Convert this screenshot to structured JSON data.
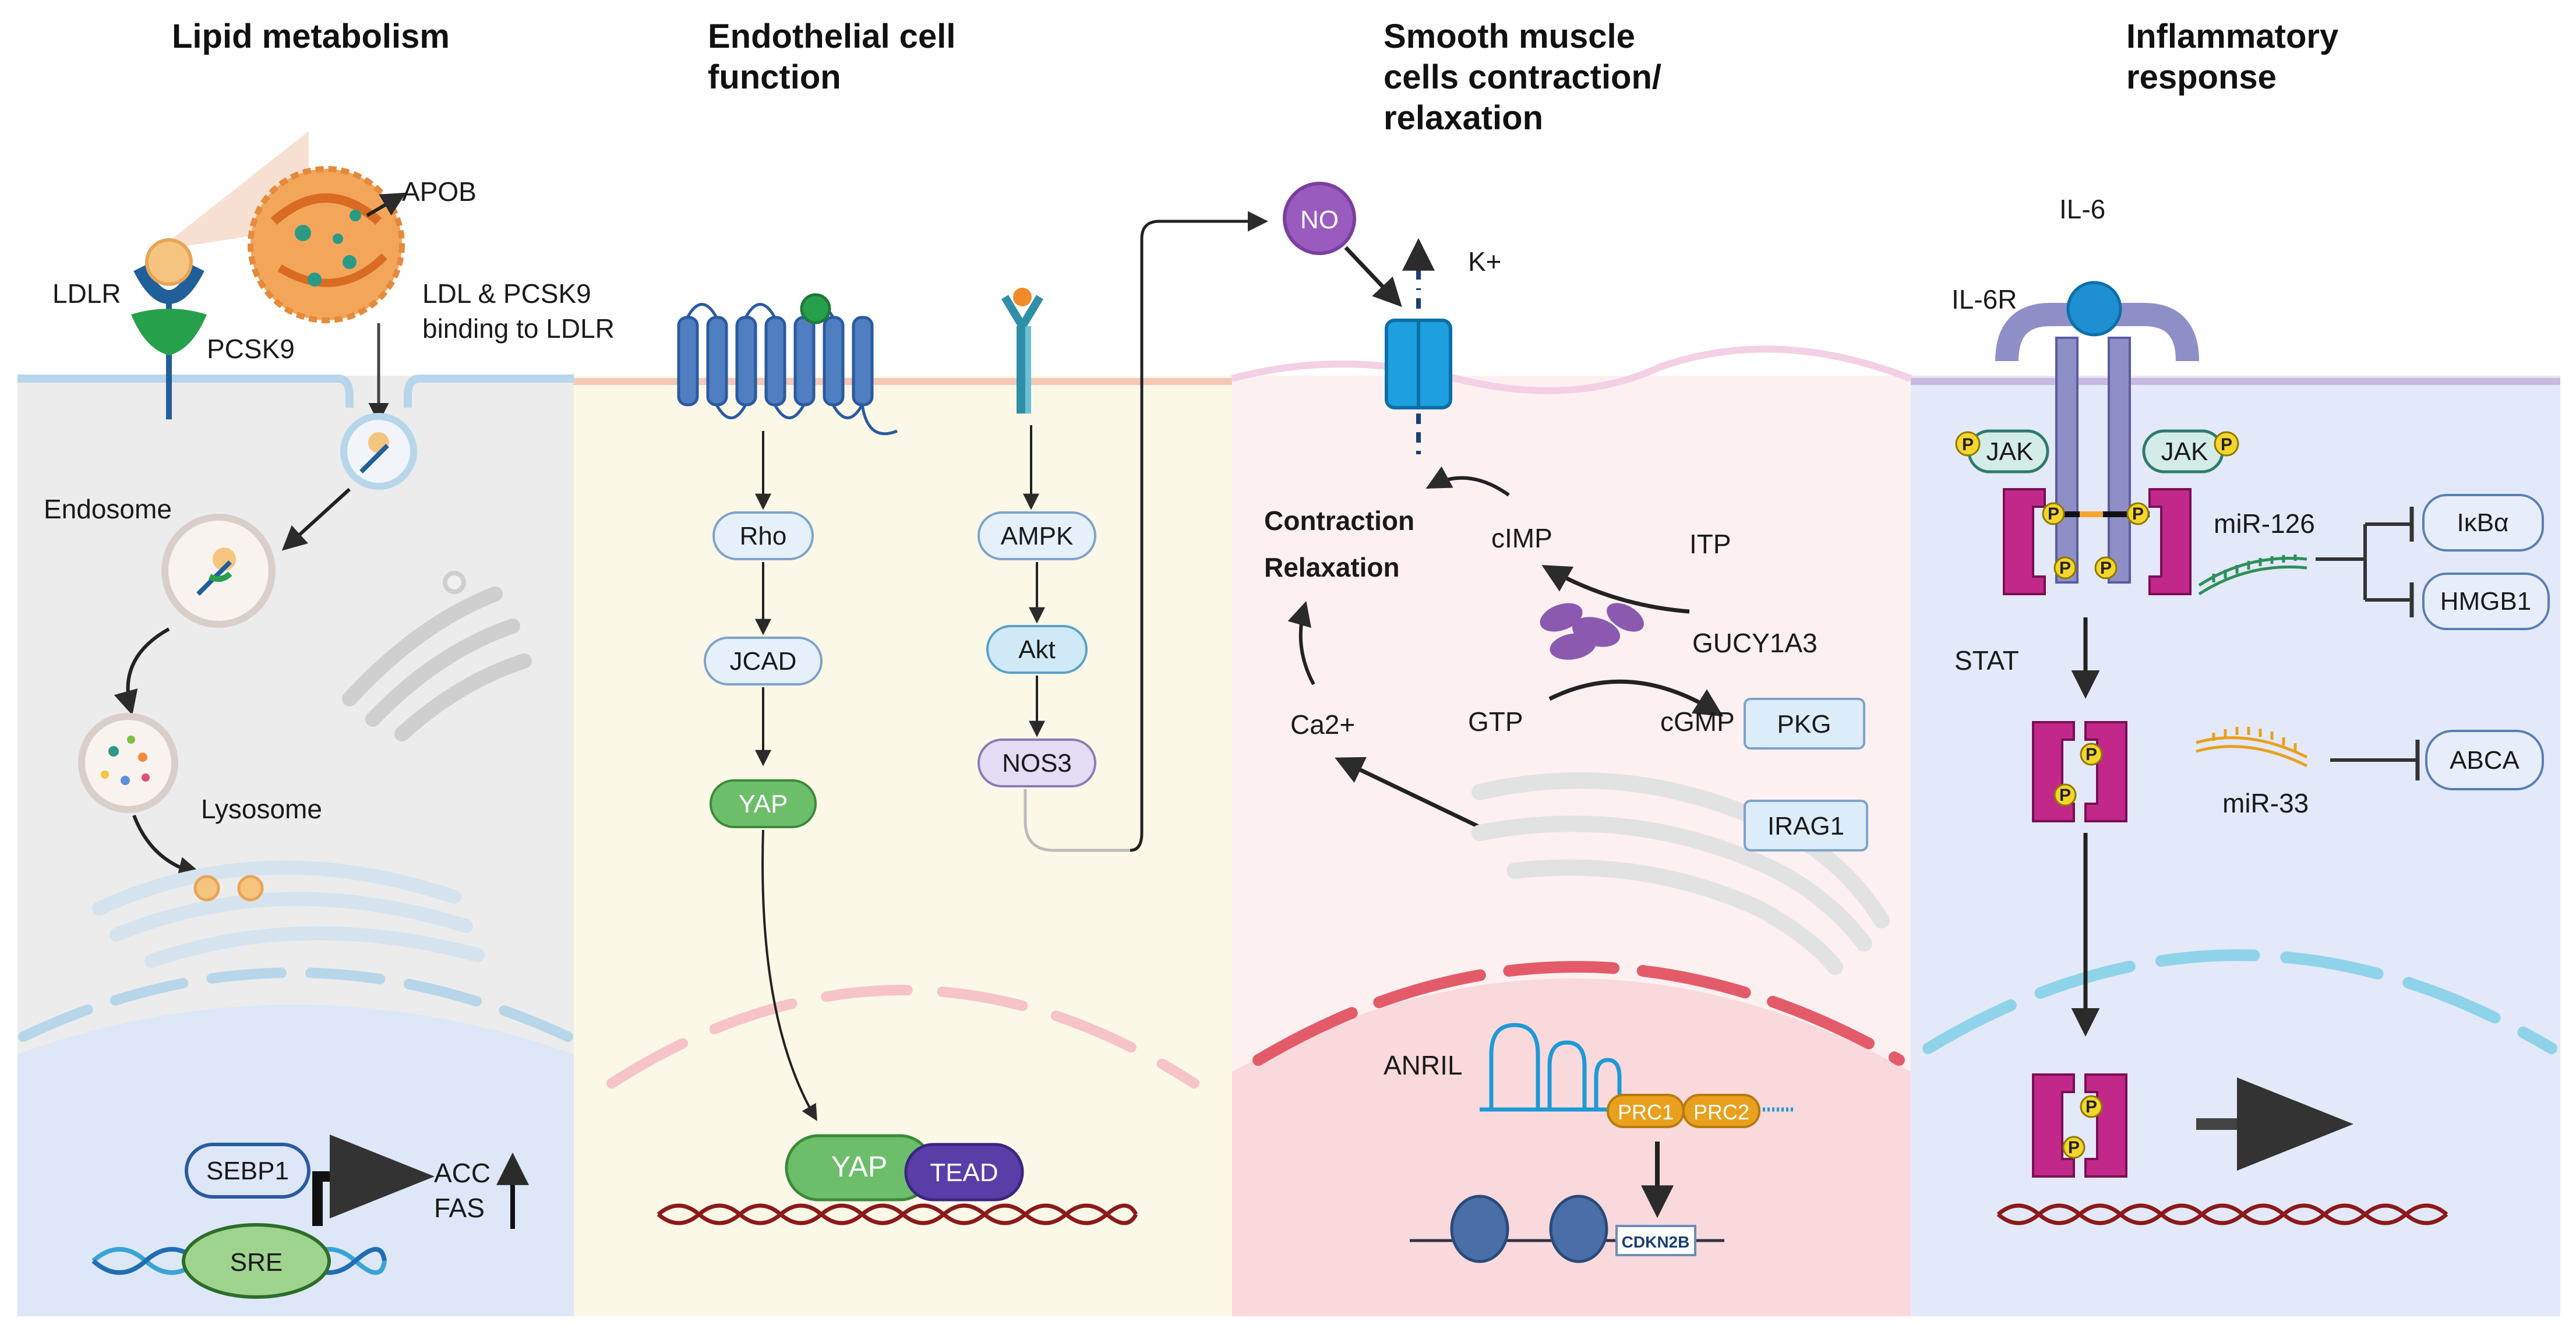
{
  "panels": {
    "lipid": {
      "title_l1": "Lipid metabolism",
      "labels": {
        "apob": "APOB",
        "ldlr": "LDLR",
        "pcsk9": "PCSK9",
        "binding_l1": "LDL & PCSK9",
        "binding_l2": "binding to LDLR",
        "endosome": "Endosome",
        "lysosome": "Lysosome",
        "sebp1": "SEBP1",
        "sre": "SRE",
        "acc": "ACC",
        "fas": "FAS"
      }
    },
    "endothelial": {
      "title_l1": "Endothelial cell",
      "title_l2": "function",
      "labels": {
        "rho": "Rho",
        "jcad": "JCAD",
        "yap": "YAP",
        "ampk": "AMPK",
        "akt": "Akt",
        "nos3": "NOS3",
        "yap_nuc": "YAP",
        "tead": "TEAD"
      }
    },
    "smooth": {
      "title_l1": "Smooth muscle",
      "title_l2": "cells contraction/",
      "title_l3": "relaxation",
      "labels": {
        "no": "NO",
        "kplus": "K+",
        "contraction": "Contraction",
        "relaxation": "Relaxation",
        "cimp": "cIMP",
        "itp": "ITP",
        "gucy1a3": "GUCY1A3",
        "gtp": "GTP",
        "cgmp": "cGMP",
        "pkg": "PKG",
        "ca2": "Ca2+",
        "irag1": "IRAG1",
        "anril": "ANRIL",
        "prc1": "PRC1",
        "prc2": "PRC2",
        "cdkn2b": "CDKN2B"
      }
    },
    "inflammatory": {
      "title_l1": "Inflammatory",
      "title_l2": "response",
      "labels": {
        "il6": "IL-6",
        "il6r": "IL-6R",
        "jak_left": "JAK",
        "jak_right": "JAK",
        "p": "P",
        "mir126": "miR-126",
        "ikba": "IκBα",
        "hmgb1": "HMGB1",
        "stat": "STAT",
        "mir33": "miR-33",
        "abca": "ABCA"
      }
    }
  },
  "colors": {
    "lipid_bg": "#ececec",
    "lipid_nucleus": "#dde7f7",
    "endo_bg": "#fbf8e8",
    "smooth_bg": "#fdf0f1",
    "smooth_nucleus": "#f9d9dc",
    "inflam_bg": "#e3e9f8",
    "receptor_blue": "#4f7fc0",
    "stat_magenta": "#c2288a",
    "no_purple": "#9a5bbf",
    "phospho_yellow": "#f5d42c"
  }
}
